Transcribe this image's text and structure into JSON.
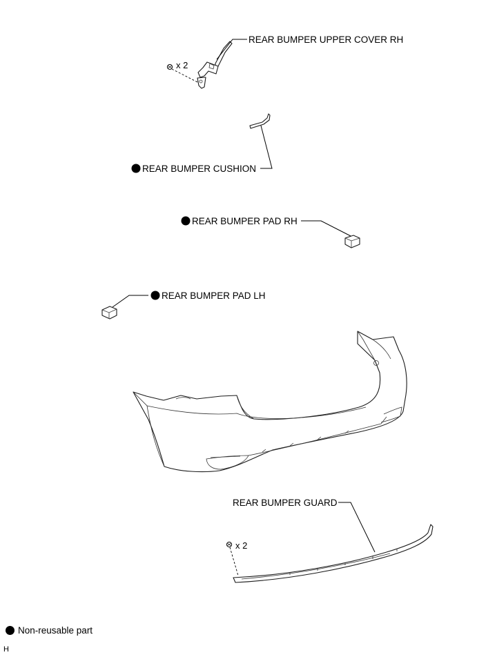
{
  "labels": {
    "upper_cover_rh": "REAR BUMPER UPPER COVER RH",
    "cushion": "REAR BUMPER CUSHION",
    "pad_rh": "REAR BUMPER PAD RH",
    "pad_lh": "REAR BUMPER PAD LH",
    "guard": "REAR BUMPER GUARD"
  },
  "quantities": {
    "upper_cover_clip": "x 2",
    "guard_clip": "x 2"
  },
  "legend": {
    "non_reusable": "Non-reusable part"
  },
  "figure_code": "H",
  "colors": {
    "ink": "#000000",
    "background": "#ffffff"
  }
}
